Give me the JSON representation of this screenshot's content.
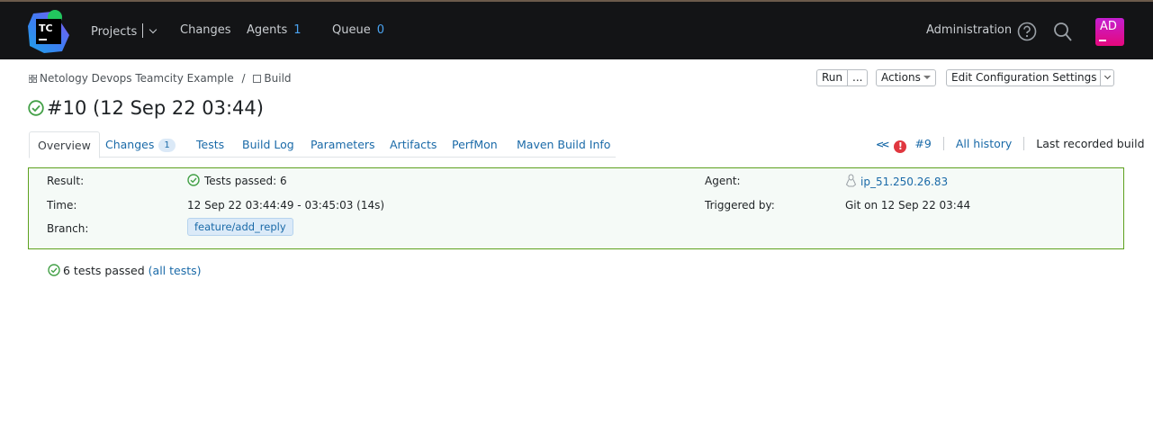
{
  "header": {
    "logo_text": "TC",
    "nav": {
      "projects": "Projects",
      "changes": "Changes",
      "agents": "Agents",
      "agents_count": "1",
      "queue": "Queue",
      "queue_count": "0"
    },
    "administration": "Administration",
    "icons": [
      "help-icon",
      "search-icon"
    ],
    "avatar_initials": "AD",
    "colors": {
      "background": "#131416",
      "count_accent": "#4aa3f0",
      "avatar_from": "#c41fd0",
      "avatar_to": "#e5087c"
    }
  },
  "breadcrumb": {
    "project": "Netology Devops Teamcity Example",
    "separator": "/",
    "build_config": "Build"
  },
  "page": {
    "title": "#10 (12 Sep 22 03:44)",
    "status": "success"
  },
  "toolbar": {
    "run": "Run",
    "run_more": "...",
    "actions": "Actions",
    "edit_config": "Edit Configuration Settings"
  },
  "tabs": [
    {
      "label": "Overview",
      "active": true
    },
    {
      "label": "Changes",
      "badge": "1"
    },
    {
      "label": "Tests"
    },
    {
      "label": "Build Log"
    },
    {
      "label": "Parameters"
    },
    {
      "label": "Artifacts"
    },
    {
      "label": "PerfMon"
    },
    {
      "label": "Maven Build Info"
    }
  ],
  "history_nav": {
    "previous_build": "#9",
    "all_history": "All history",
    "last_recorded": "Last recorded build"
  },
  "details": {
    "result_label": "Result:",
    "result_value": "Tests passed: 6",
    "time_label": "Time:",
    "time_value": "12 Sep 22 03:44:49 - 03:45:03 (14s)",
    "branch_label": "Branch:",
    "branch_value": "feature/add_reply",
    "agent_label": "Agent:",
    "agent_value": "ip_51.250.26.83",
    "triggered_label": "Triggered by:",
    "triggered_value": "Git on 12 Sep 22 03:44",
    "colors": {
      "border": "#5da11e",
      "background": "#f5faf7",
      "link": "#1a6aa8"
    }
  },
  "tests_summary": {
    "text": "6 tests passed",
    "open_paren": "(",
    "link": "all tests",
    "close_paren": ")"
  }
}
